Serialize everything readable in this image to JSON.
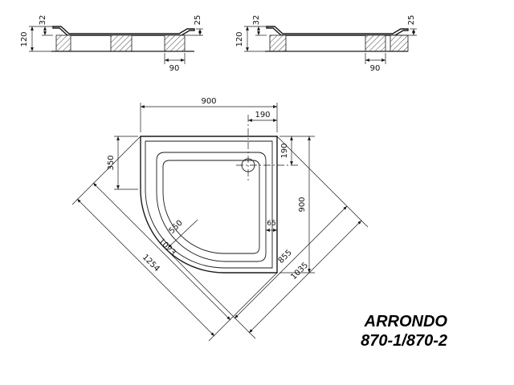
{
  "product": {
    "name": "ARRONDO",
    "model": "870-1/870-2"
  },
  "section_left": {
    "overall_height": "120",
    "rim_left": "32",
    "rim_right": "25",
    "support_width": "90"
  },
  "section_right": {
    "overall_height": "120",
    "rim_left": "32",
    "rim_right": "25",
    "support_width": "90"
  },
  "plan": {
    "top_width": "900",
    "drain_from_right": "190",
    "drain_from_top": "190",
    "left_edge": "350",
    "right_height": "900",
    "corner_radius": "550",
    "rim_width": "65",
    "diag_left_inner": "1023",
    "diag_left_outer": "1254",
    "diag_right_inner": "855",
    "diag_right_outer": "1035"
  }
}
